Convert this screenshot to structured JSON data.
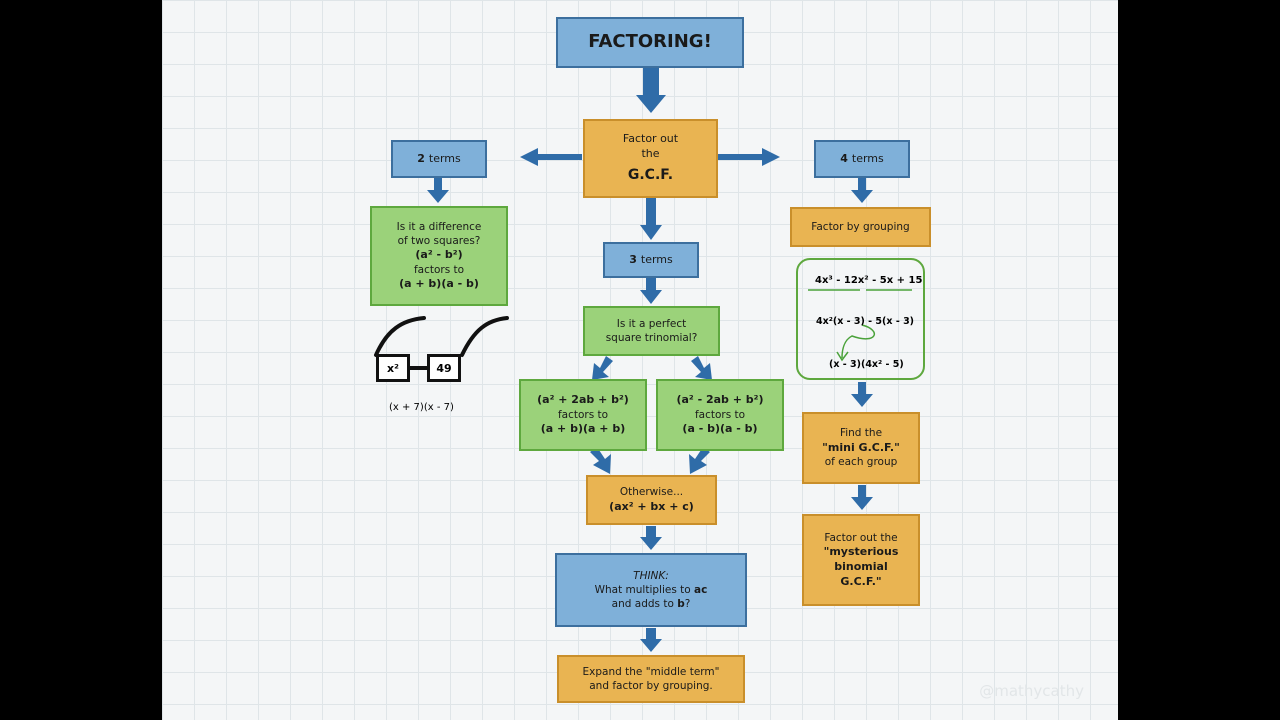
{
  "diagram": {
    "title": "FACTORING!",
    "gcf": {
      "line1": "Factor out",
      "line2": "the",
      "line3": "G.C.F."
    },
    "two_terms": {
      "label_num": "2",
      "label_word": "terms",
      "question_line1": "Is it a difference",
      "question_line2": "of two squares?",
      "formula": "(a² - b²)",
      "factors_to": "factors to",
      "result": "(a + b)(a - b)",
      "glasses_left": "x²",
      "glasses_right": "49",
      "glasses_result": "(x + 7)(x - 7)"
    },
    "three_terms": {
      "label_num": "3",
      "label_word": "terms",
      "question_line1": "Is it a perfect",
      "question_line2": "square trinomial?",
      "left_formula": "(a² + 2ab + b²)",
      "left_factors_to": "factors to",
      "left_result": "(a + b)(a + b)",
      "right_formula": "(a² - 2ab + b²)",
      "right_factors_to": "factors to",
      "right_result": "(a - b)(a - b)",
      "otherwise": "Otherwise...",
      "otherwise_formula": "(ax² + bx + c)",
      "think_line1": "THINK:",
      "think_line2a": "What multiplies to ",
      "think_line2b": "ac",
      "think_line3a": "and adds to ",
      "think_line3b": "b",
      "think_line3c": "?",
      "expand_line1": "Expand the \"middle term\"",
      "expand_line2": "and factor by grouping."
    },
    "four_terms": {
      "label_num": "4",
      "label_word": "terms",
      "grouping": "Factor by grouping",
      "example_line1": "4x³ - 12x² - 5x + 15",
      "example_line2": "4x²(x - 3) - 5(x - 3)",
      "example_line3": "(x - 3)(4x² - 5)",
      "mini_line1": "Find the",
      "mini_line2": "\"mini G.C.F.\"",
      "mini_line3": "of each group",
      "myst_line1": "Factor out the",
      "myst_line2": "\"mysterious",
      "myst_line3": "binomial",
      "myst_line4": "G.C.F.\""
    },
    "watermark": "@mathycathy",
    "colors": {
      "blue": "#7fb0d9",
      "orange": "#e9b452",
      "green": "#9bd27a",
      "arrow": "#2f6ca8"
    }
  }
}
